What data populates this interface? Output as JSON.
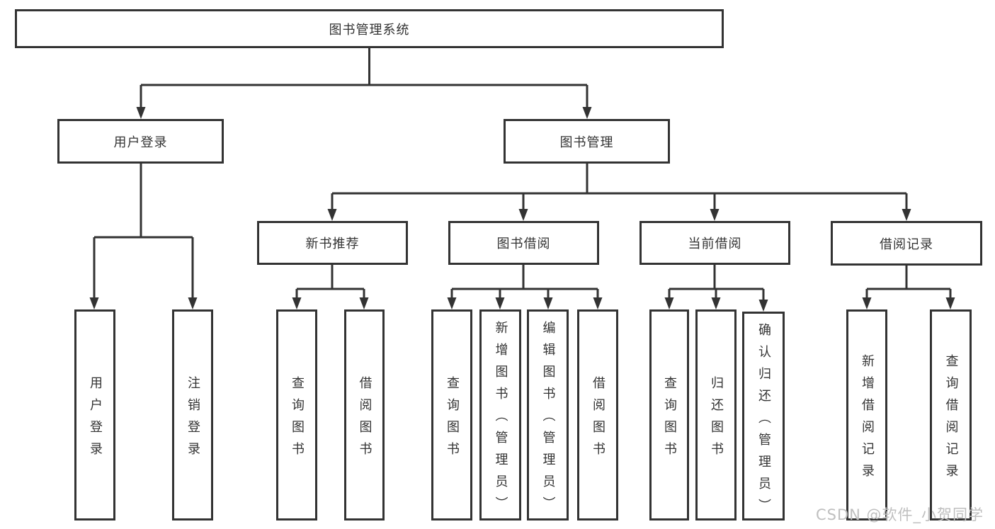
{
  "tree": {
    "label": "图书管理系统",
    "children": [
      {
        "label": "用户登录",
        "children": [
          {
            "label": "用户登录"
          },
          {
            "label": "注销登录"
          }
        ]
      },
      {
        "label": "图书管理",
        "children": [
          {
            "label": "新书推荐",
            "children": [
              {
                "label": "查询图书"
              },
              {
                "label": "借阅图书"
              }
            ]
          },
          {
            "label": "图书借阅",
            "children": [
              {
                "label": "查询图书"
              },
              {
                "label": "新增图书（管理员）"
              },
              {
                "label": "编辑图书（管理员）"
              },
              {
                "label": "借阅图书"
              }
            ]
          },
          {
            "label": "当前借阅",
            "children": [
              {
                "label": "查询图书"
              },
              {
                "label": "归还图书"
              },
              {
                "label": "确认归还（管理员）"
              }
            ]
          },
          {
            "label": "借阅记录",
            "children": [
              {
                "label": "新增借阅记录"
              },
              {
                "label": "查询借阅记录"
              }
            ]
          }
        ]
      }
    ]
  },
  "watermark": {
    "text": "CSDN @软件_小贺同学"
  },
  "colors": {
    "line": "#333333",
    "box_border": "#333333",
    "text": "#333333",
    "watermark": "#bfbfbf",
    "background": "#ffffff"
  }
}
